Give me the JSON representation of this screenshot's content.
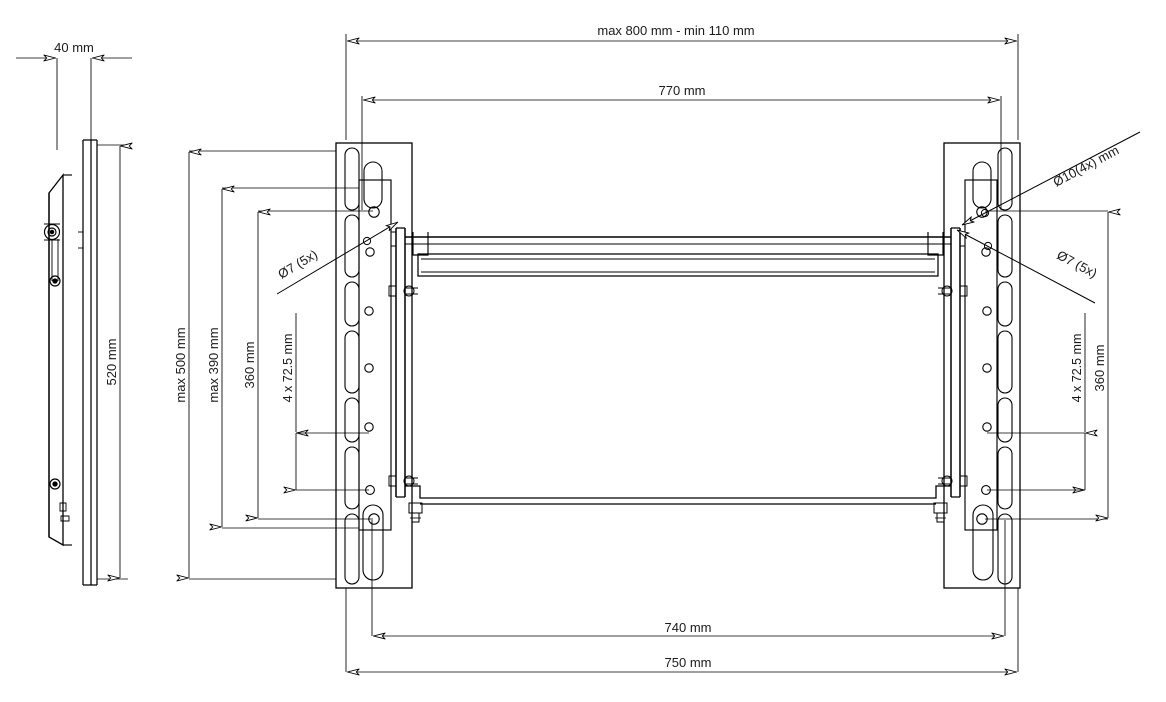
{
  "drawing": {
    "title": "TV wall mount bracket — dimensioned technical drawing",
    "units": "mm",
    "line_color": "#000000",
    "background_color": "#ffffff",
    "views": [
      {
        "name": "side-profile-view",
        "position": "left"
      },
      {
        "name": "front-view",
        "position": "center-right"
      }
    ]
  },
  "dimensions": {
    "side_depth": "40 mm",
    "side_height": "520 mm",
    "top_overall": "max  800 mm - min 110 mm",
    "top_inner": "770 mm",
    "bottom_inner": "740 mm",
    "bottom_outer": "750 mm",
    "left_max_500": "max 500 mm",
    "left_max_390": "max 390 mm",
    "left_360": "360 mm",
    "left_spacing": "4 x 72.5 mm",
    "right_360": "360 mm",
    "right_spacing": "4 x 72.5 mm"
  },
  "callouts": {
    "left_hole": "Ø7 (5x)",
    "right_hole_large": "Ø10(4x) mm",
    "right_hole": "Ø7 (5x)"
  }
}
